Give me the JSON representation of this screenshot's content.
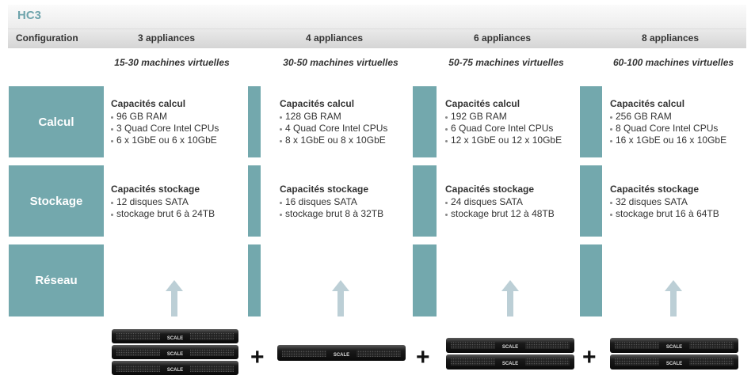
{
  "title": "HC3",
  "header": {
    "config_label": "Configuration",
    "columns": [
      "3 appliances",
      "4 appliances",
      "6 appliances",
      "8 appliances"
    ]
  },
  "vm_ranges": [
    "15-30 machines virtuelles",
    "30-50 machines virtuelles",
    "50-75 machines virtuelles",
    "60-100 machines virtuelles"
  ],
  "rows": {
    "calcul": "Calcul",
    "stockage": "Stockage",
    "reseau": "Réseau"
  },
  "compute": {
    "title": "Capacités calcul",
    "columns": [
      [
        "96 GB RAM",
        "3 Quad Core Intel CPUs",
        "6 x 1GbE ou 6 x 10GbE"
      ],
      [
        "128 GB RAM",
        "4 Quad Core Intel CPUs",
        "8 x 1GbE ou 8 x 10GbE"
      ],
      [
        "192 GB RAM",
        "6 Quad Core Intel CPUs",
        "12 x 1GbE ou 12 x 10GbE"
      ],
      [
        "256 GB RAM",
        "8 Quad Core Intel CPUs",
        "16 x 1GbE ou 16 x 10GbE"
      ]
    ]
  },
  "storage": {
    "title": "Capacités stockage",
    "columns": [
      [
        "12 disques SATA",
        "stockage brut 6 à 24TB"
      ],
      [
        "16 disques SATA",
        "stockage brut 8 à 32TB"
      ],
      [
        "24 disques SATA",
        "stockage brut 12 à 48TB"
      ],
      [
        "32 disques SATA",
        "stockage brut 16 à 64TB"
      ]
    ]
  },
  "server_brand": "SCALE",
  "server_counts": [
    3,
    1,
    2,
    2
  ],
  "plus_sign": "+",
  "colors": {
    "accent": "#73a8ad",
    "title": "#6fa4ac",
    "arrow": "#bccfd6"
  },
  "icons": [
    "up-arrow-icon",
    "server-icon",
    "plus-icon"
  ]
}
